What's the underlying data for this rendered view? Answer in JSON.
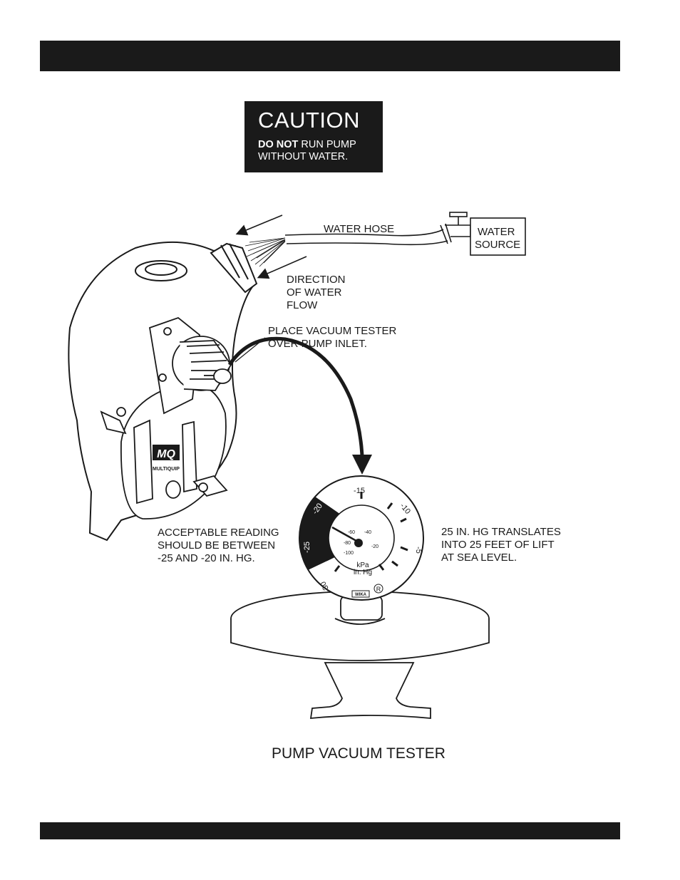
{
  "caution": {
    "title": "CAUTION",
    "line1_bold": "DO NOT",
    "line1_rest": " RUN PUMP",
    "line2": "WITHOUT WATER."
  },
  "labels": {
    "water_hose": "WATER HOSE",
    "water_source_1": "WATER",
    "water_source_2": "SOURCE",
    "direction_1": "DIRECTION",
    "direction_2": "OF WATER",
    "direction_3": "FLOW",
    "place_1": "PLACE VACUUM TESTER",
    "place_2": "OVER PUMP INLET.",
    "accept_1": "ACCEPTABLE READING",
    "accept_2": "SHOULD BE BETWEEN",
    "accept_3": "-25 AND -20 IN. HG.",
    "translate_1": "25 IN. HG TRANSLATES",
    "translate_2": "INTO 25 FEET OF LIFT",
    "translate_3": "AT SEA LEVEL."
  },
  "logo": {
    "mark": "MQ",
    "name": "MULTIQUIP"
  },
  "gauge": {
    "outer_ticks": [
      "-15",
      "-10",
      "-5",
      "-20",
      "-25",
      "-30"
    ],
    "inner_ticks": [
      "-60",
      "-40",
      "-20",
      "-80",
      "-100"
    ],
    "unit_1": "kPa",
    "unit_2": "in. Hg",
    "brand": "WIKA",
    "registered": "R"
  },
  "caption": "PUMP VACUUM TESTER"
}
